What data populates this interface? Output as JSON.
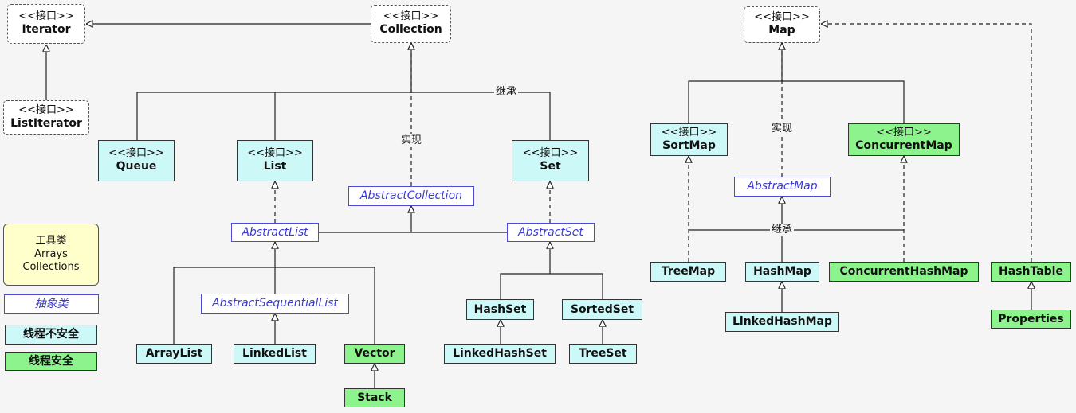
{
  "stereotype": "<<接口>>",
  "nodes": {
    "iterator": "Iterator",
    "list_iterator": "ListIterator",
    "collection": "Collection",
    "queue": "Queue",
    "list": "List",
    "set": "Set",
    "abstract_collection": "AbstractCollection",
    "abstract_list": "AbstractList",
    "abstract_set": "AbstractSet",
    "abstract_sequential_list": "AbstractSequentialList",
    "array_list": "ArrayList",
    "linked_list": "LinkedList",
    "vector": "Vector",
    "stack": "Stack",
    "hash_set": "HashSet",
    "sorted_set": "SortedSet",
    "linked_hash_set": "LinkedHashSet",
    "tree_set": "TreeSet",
    "map": "Map",
    "sort_map": "SortMap",
    "concurrent_map": "ConcurrentMap",
    "abstract_map": "AbstractMap",
    "tree_map": "TreeMap",
    "hash_map": "HashMap",
    "concurrent_hash_map": "ConcurrentHashMap",
    "linked_hash_map": "LinkedHashMap",
    "hash_table": "HashTable",
    "properties": "Properties"
  },
  "edge_labels": {
    "inherit": "继承",
    "implement": "实现"
  },
  "legend": {
    "tools_title": "工具类",
    "tools_items": [
      "Arrays",
      "Collections"
    ],
    "abstract_class": "抽象类",
    "thread_unsafe": "线程不安全",
    "thread_safe": "线程安全"
  },
  "colors": {
    "thread_unsafe": "#cdf8f8",
    "thread_safe": "#8df38d",
    "abstract_border": "#4b4bd6",
    "tool_class": "#ffffcc"
  }
}
